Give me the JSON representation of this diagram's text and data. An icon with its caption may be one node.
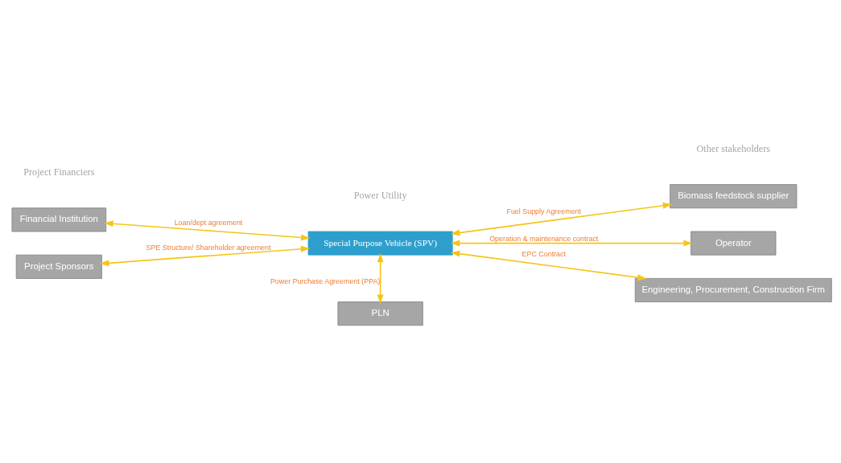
{
  "diagram": {
    "nodes": [
      {
        "text": [
          "Financial Institution"
        ]
      },
      {
        "text": [
          "Project Sponsors"
        ]
      },
      {
        "text": [
          "Special Purpose Vehicle (SPV)"
        ]
      },
      {
        "text": [
          "Biomass feedstock supplier"
        ]
      },
      {
        "text": [
          "Operator"
        ]
      },
      {
        "text": [
          "Engineering, Procurement, Construction Firm"
        ]
      },
      {
        "text": [
          "PLN"
        ]
      }
    ],
    "edges": [
      {
        "from": 0,
        "to": 2,
        "arrow": "both",
        "label": "Loan/dept agreement"
      },
      {
        "from": 1,
        "to": 2,
        "arrow": "both",
        "label": "SPE Structure/ Shareholder agreement"
      },
      {
        "from": 2,
        "to": 3,
        "arrow": "both",
        "label": "Fuel Supply Agreement"
      },
      {
        "from": 2,
        "to": 4,
        "arrow": "both",
        "label": "Operation & maintenance contract"
      },
      {
        "from": 2,
        "to": 5,
        "arrow": "both",
        "label": "EPC Contract"
      },
      {
        "from": 2,
        "to": 6,
        "arrow": "both",
        "label": "Power Purchase Agreement (PPA)"
      }
    ],
    "labels": [
      "Other stakeholders",
      "Project Financiers",
      "Power Utility"
    ]
  }
}
